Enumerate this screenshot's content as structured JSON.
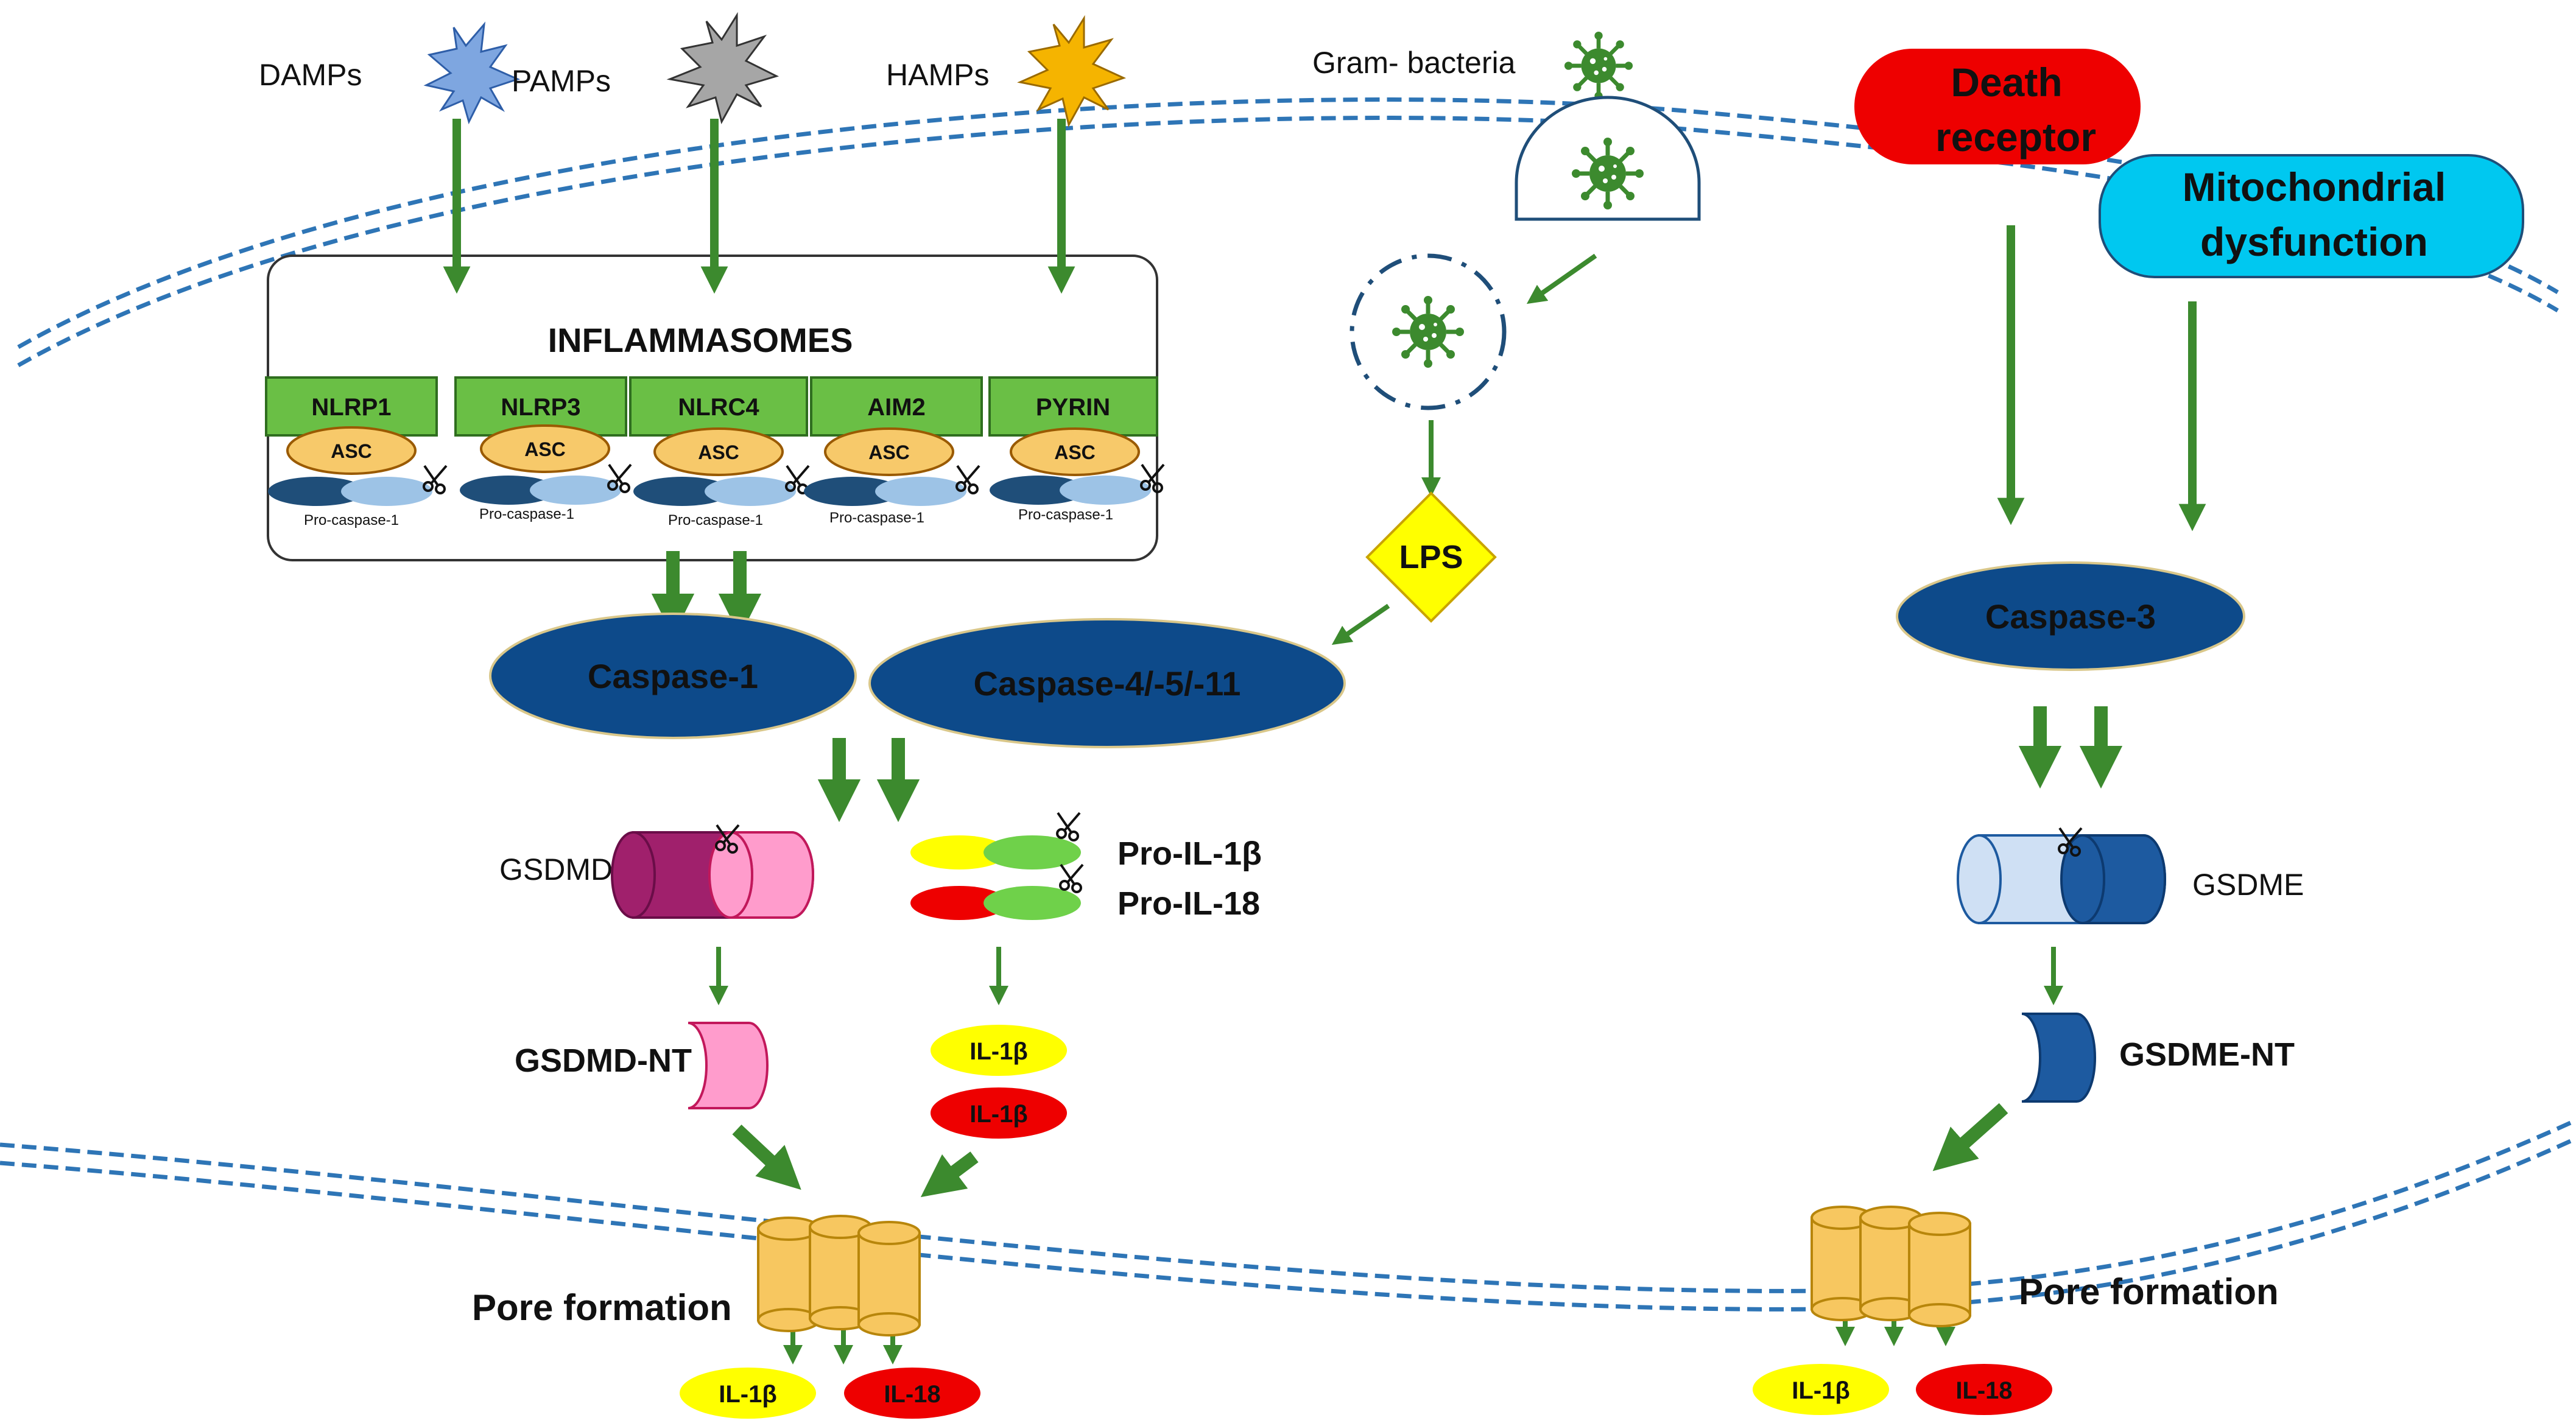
{
  "triggers": {
    "damps": "DAMPs",
    "pamps": "PAMPs",
    "hamps": "HAMPs",
    "gram_bacteria": "Gram- bacteria"
  },
  "death_receptor": {
    "line1": "Death",
    "line2": "receptor"
  },
  "mito": {
    "line1": "Mitochondrial",
    "line2": "dysfunction"
  },
  "inflammasomes": {
    "title": "INFLAMMASOMES",
    "sensors": [
      "NLRP1",
      "NLRP3",
      "NLRC4",
      "AIM2",
      "PYRIN"
    ],
    "adaptor": "ASC",
    "pro_caspase": "Pro-caspase-1"
  },
  "lps": "LPS",
  "caspases": {
    "c1": "Caspase-1",
    "c4511": "Caspase-4/-5/-11",
    "c3": "Caspase-3"
  },
  "substrates": {
    "gsdmd": "GSDMD",
    "gsdmd_nt": "GSDMD-NT",
    "pro_il1b": "Pro-IL-1β",
    "pro_il18": "Pro-IL-18",
    "il1b_a": "IL-1β",
    "il1b_b": "IL-1β",
    "gsdme": "GSDME",
    "gsdme_nt": "GSDME-NT"
  },
  "pore_label": "Pore formation",
  "release": {
    "il1b": "IL-1β",
    "il18": "IL-18"
  },
  "colors": {
    "arrow": "#3c8a2e",
    "membrane": "#2e75b6",
    "caspase": "#0d4a8a",
    "sensor": "#6abf45",
    "asc": "#f7c96a",
    "death_receptor": "#ee0000",
    "mito": "#00c8f0",
    "lps": "#ffff00",
    "gsdmd_dark": "#a0206c",
    "gsdmd_light": "#ff9ccc",
    "gsdme_dark": "#1d5aa0",
    "gsdme_light": "#cfe0f4",
    "pore": "#f7c760",
    "il1b": "#ffff00",
    "il18": "#ee0000",
    "bacteria": "#3c8a2e"
  }
}
